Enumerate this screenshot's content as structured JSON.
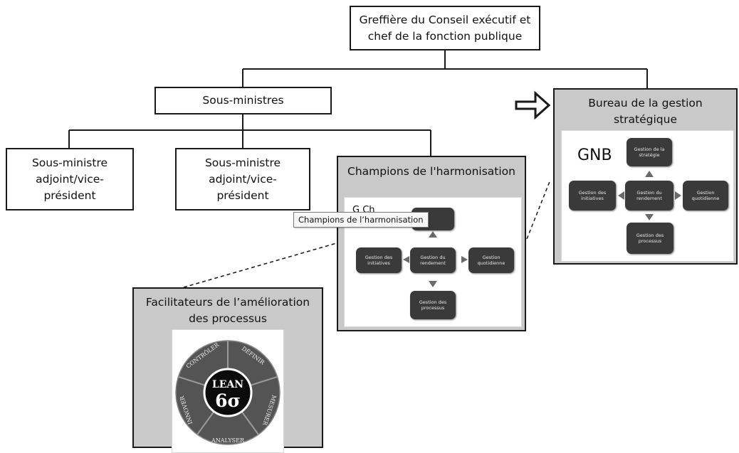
{
  "top": {
    "line1": "Greffière du Conseil exécutif et",
    "line2": "chef de la fonction publique"
  },
  "sous_ministres": "Sous-ministres",
  "sma_left": {
    "line1": "Sous-ministre",
    "line2": "adjoint/vice-",
    "line3": "président"
  },
  "sma_mid": {
    "line1": "Sous-ministre",
    "line2": "adjoint/vice-",
    "line3": "président"
  },
  "champions": {
    "title": "Champions de l'harmonisation",
    "partial_text": "G Ch",
    "tooltip": "Champions de l’harmonisation",
    "center": "Gestion du rendement",
    "left": "Gestion des initiatives",
    "right": "Gestion quotidienne",
    "bottom": "Gestion des processus"
  },
  "bureau": {
    "title1": "Bureau de la gestion",
    "title2": "stratégique",
    "gnb": "GNB",
    "top": "Gestion de la stratégie",
    "center": "Gestion du rendement",
    "left": "Gestion des initiatives",
    "right": "Gestion quotidienne",
    "bottom": "Gestion des processus"
  },
  "facilitateurs": {
    "title1": "Facilitateurs de l’amélioration",
    "title2": "des processus",
    "center1": "LEAN",
    "center2": "6σ",
    "segments": [
      "DÉFINIR",
      "MESURER",
      "ANALYSER",
      "INNOVER",
      "CONTRÔLER"
    ]
  },
  "colors": {
    "panel": "#c9c9c9",
    "dark_node": "#3a3a3a",
    "wheel": "#555555",
    "arrows": "#6a6a6a"
  }
}
